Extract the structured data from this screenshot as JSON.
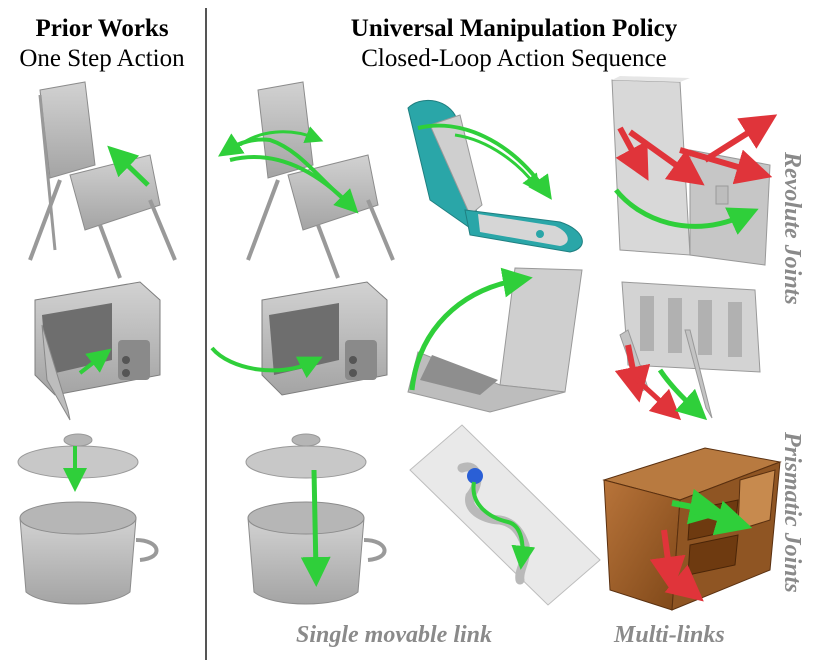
{
  "header": {
    "left_title": "Prior Works",
    "left_subtitle": "One Step Action",
    "right_title": "Universal Manipulation Policy",
    "right_subtitle": "Closed-Loop Action Sequence"
  },
  "side_labels": {
    "revolute": "Revolute Joints",
    "prismatic": "Prismatic Joints"
  },
  "bottom_labels": {
    "single": "Single movable link",
    "multi": "Multi-links"
  },
  "colors": {
    "object_gray": "#b9b9b9",
    "arrow_green": "#2fcf3a",
    "arrow_red": "#e0343a",
    "phone_teal": "#2aa6a8",
    "wood": "#a2622a",
    "label_gray": "#8a8a8a"
  }
}
